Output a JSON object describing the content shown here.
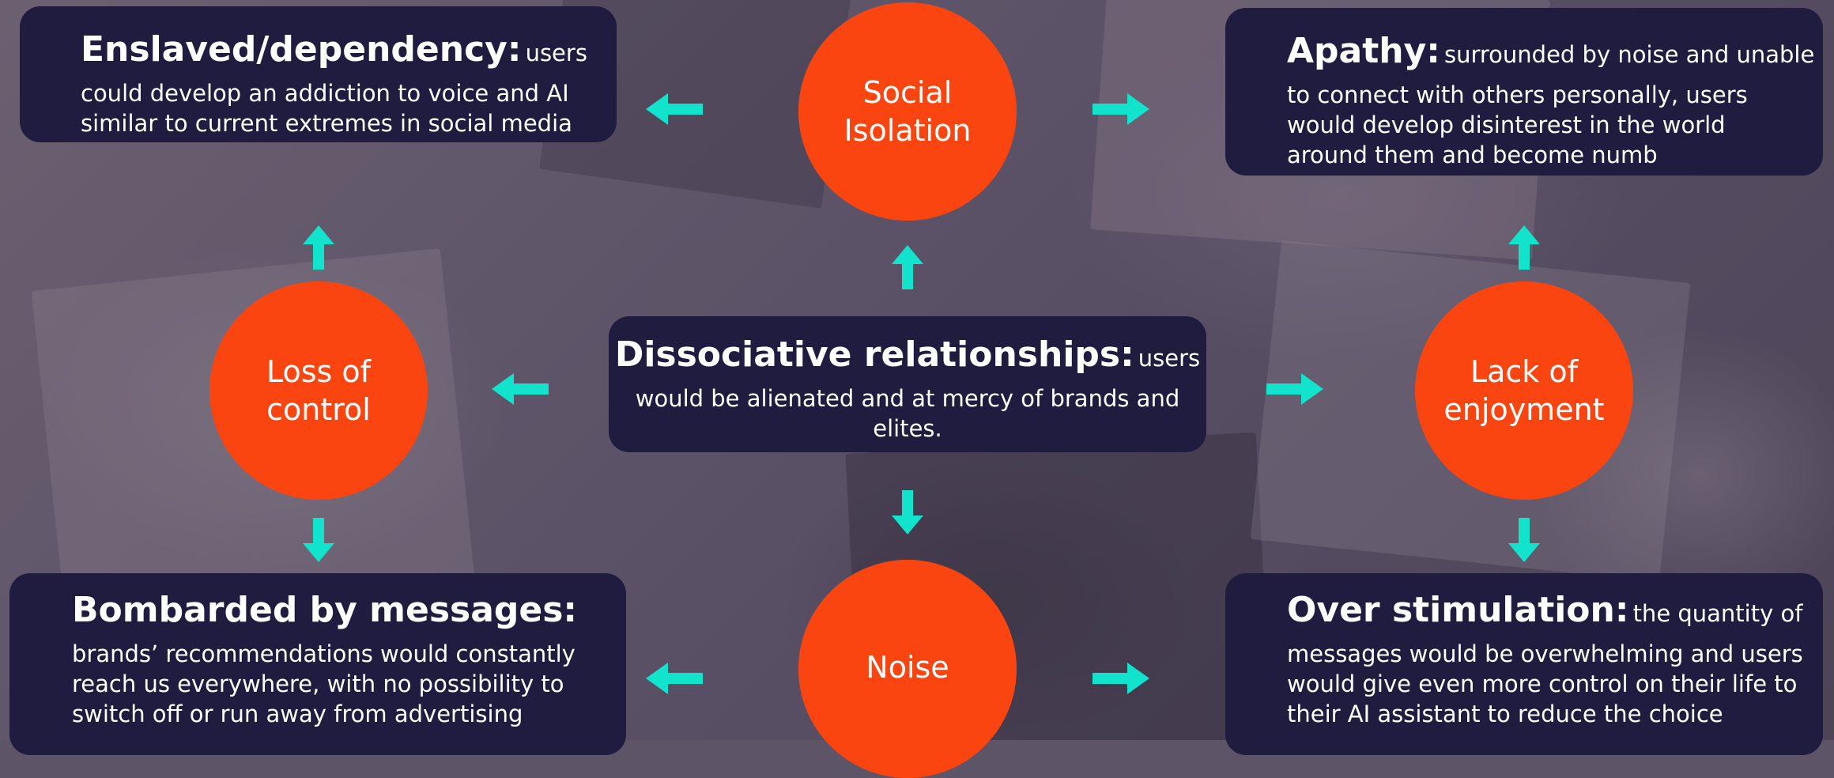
{
  "colors": {
    "box": "#1f1c3f",
    "circle": "#fb4510",
    "arrow": "#12e3cc",
    "text": "#ffffff"
  },
  "center": {
    "heading": "Dissociative relationships:",
    "lead": "users",
    "line1": "would be alienated and at mercy of brands and",
    "line2": "elites."
  },
  "top_left": {
    "heading": "Enslaved/dependency:",
    "lead": "users",
    "line1": "could develop an addiction to voice and AI",
    "line2": "similar to current extremes in social media"
  },
  "top_right": {
    "heading": "Apathy:",
    "lead": "surrounded by noise and unable",
    "line1": "to connect with others personally, users",
    "line2": "would develop disinterest in the world",
    "line3": "around them and become numb"
  },
  "bottom_left": {
    "heading": "Bombarded by messages:",
    "line1": "brands’ recommendations would constantly",
    "line2": "reach us everywhere, with no possibility to",
    "line3": "switch off or run away from advertising"
  },
  "bottom_right": {
    "heading": "Over stimulation:",
    "lead": "the quantity of",
    "line1": "messages would be overwhelming and users",
    "line2": "would give even more control on their life to",
    "line3": "their AI assistant to reduce the choice"
  },
  "circles": {
    "social_isolation": {
      "line1": "Social",
      "line2": "Isolation"
    },
    "loss_of_control": {
      "line1": "Loss of",
      "line2": "control"
    },
    "lack_of_enjoyment": {
      "line1": "Lack of",
      "line2": "enjoyment"
    },
    "noise": {
      "line1": "Noise"
    }
  },
  "arrows": [
    {
      "name": "arrow-center-up",
      "dir": "up"
    },
    {
      "name": "arrow-center-down",
      "dir": "down"
    },
    {
      "name": "arrow-center-left",
      "dir": "left"
    },
    {
      "name": "arrow-center-right",
      "dir": "right"
    },
    {
      "name": "arrow-social-left",
      "dir": "left"
    },
    {
      "name": "arrow-social-right",
      "dir": "right"
    },
    {
      "name": "arrow-loss-up",
      "dir": "up"
    },
    {
      "name": "arrow-loss-down",
      "dir": "down"
    },
    {
      "name": "arrow-enjoy-up",
      "dir": "up"
    },
    {
      "name": "arrow-enjoy-down",
      "dir": "down"
    },
    {
      "name": "arrow-noise-left",
      "dir": "left"
    },
    {
      "name": "arrow-noise-right",
      "dir": "right"
    }
  ]
}
